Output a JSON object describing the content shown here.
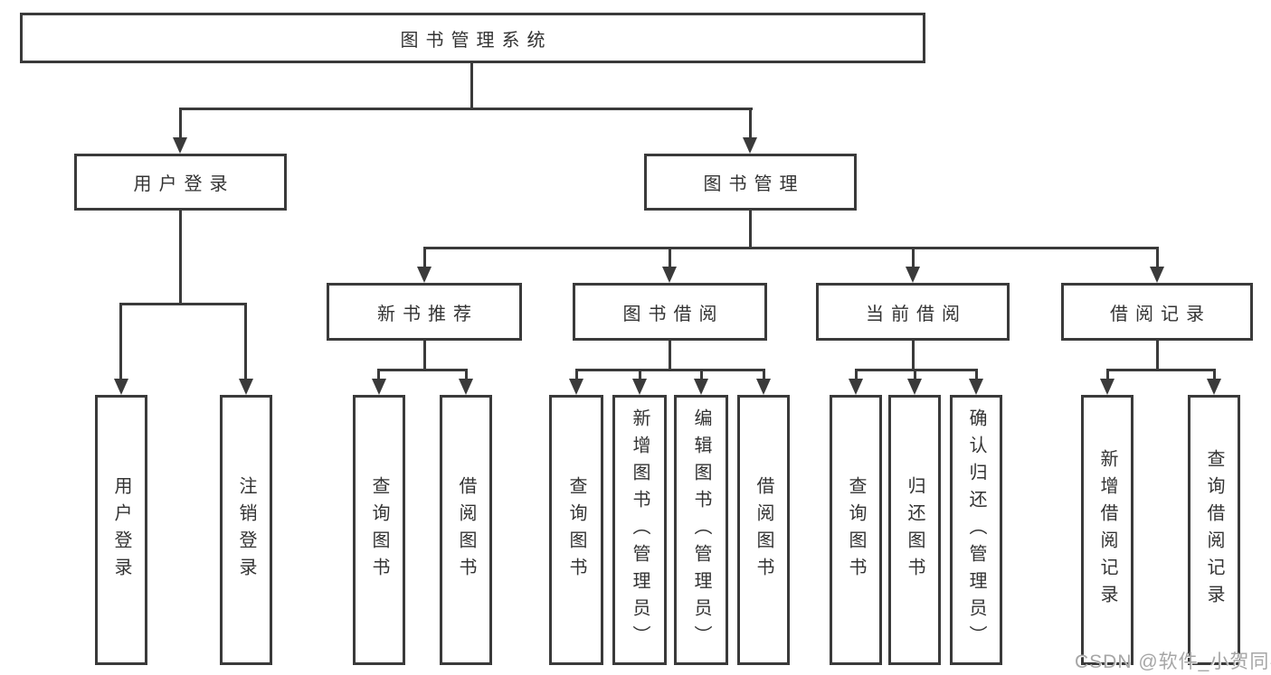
{
  "diagram_title": "图书管理系统",
  "hierarchy": {
    "label": "图书管理系统",
    "children": [
      {
        "label": "用户登录",
        "children": [
          {
            "label": "用户登录"
          },
          {
            "label": "注销登录"
          }
        ]
      },
      {
        "label": "图书管理",
        "children": [
          {
            "label": "新书推荐",
            "children": [
              {
                "label": "查询图书"
              },
              {
                "label": "借阅图书"
              }
            ]
          },
          {
            "label": "图书借阅",
            "children": [
              {
                "label": "查询图书"
              },
              {
                "label": "新增图书（管理员）"
              },
              {
                "label": "编辑图书（管理员）"
              },
              {
                "label": "借阅图书"
              }
            ]
          },
          {
            "label": "当前借阅",
            "children": [
              {
                "label": "查询图书"
              },
              {
                "label": "归还图书"
              },
              {
                "label": "确认归还（管理员）"
              }
            ]
          },
          {
            "label": "借阅记录",
            "children": [
              {
                "label": "新增借阅记录"
              },
              {
                "label": "查询借阅记录"
              }
            ]
          }
        ]
      }
    ]
  },
  "watermark": {
    "text": "CSDN @软件_小贺同学"
  },
  "colors": {
    "line": "#3a3a3a",
    "text": "#333333",
    "background": "#ffffff",
    "watermark": "#a6a6a6"
  }
}
